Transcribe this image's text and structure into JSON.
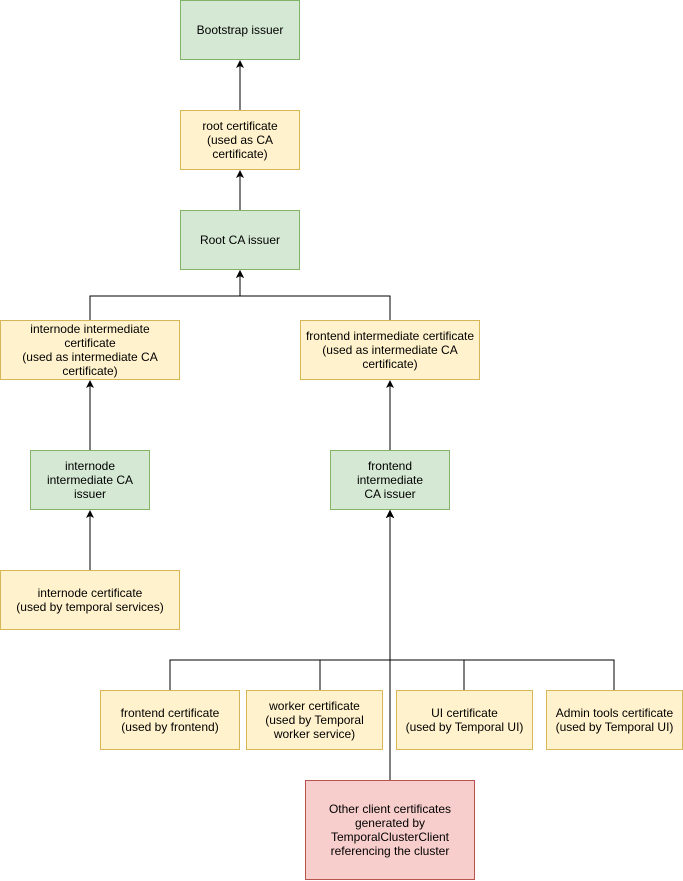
{
  "colors": {
    "issuer_fill": "#d5e8d4",
    "issuer_stroke": "#82b366",
    "cert_fill": "#fff2cc",
    "cert_stroke": "#d6b656",
    "client_fill": "#f8cecc",
    "client_stroke": "#b85450",
    "edge": "#000000"
  },
  "nodes": {
    "bootstrap_issuer": {
      "label": "Bootstrap issuer"
    },
    "root_certificate": {
      "label": "root certificate\n(used as CA\ncertificate)"
    },
    "root_ca_issuer": {
      "label": "Root CA issuer"
    },
    "internode_intermediate_certificate": {
      "label": "internode intermediate certificate\n(used as intermediate CA\ncertificate)"
    },
    "frontend_intermediate_certificate": {
      "label": "frontend intermediate certificate\n(used as intermediate CA\ncertificate)"
    },
    "internode_intermediate_ca_issuer": {
      "label": "internode\nintermediate CA\nissuer"
    },
    "frontend_intermediate_ca_issuer": {
      "label": "frontend intermediate\nCA issuer"
    },
    "internode_certificate": {
      "label": "internode certificate\n(used by temporal services)"
    },
    "frontend_certificate": {
      "label": "frontend certificate\n(used by frontend)"
    },
    "worker_certificate": {
      "label": "worker certificate\n(used by Temporal\nworker service)"
    },
    "ui_certificate": {
      "label": "UI certificate\n(used by Temporal UI)"
    },
    "admin_tools_certificate": {
      "label": "Admin tools certificate\n(used by Temporal UI)"
    },
    "other_client_certificates": {
      "label": "Other client certificates\ngenerated by\nTemporalClusterClient\nreferencing the cluster"
    }
  }
}
